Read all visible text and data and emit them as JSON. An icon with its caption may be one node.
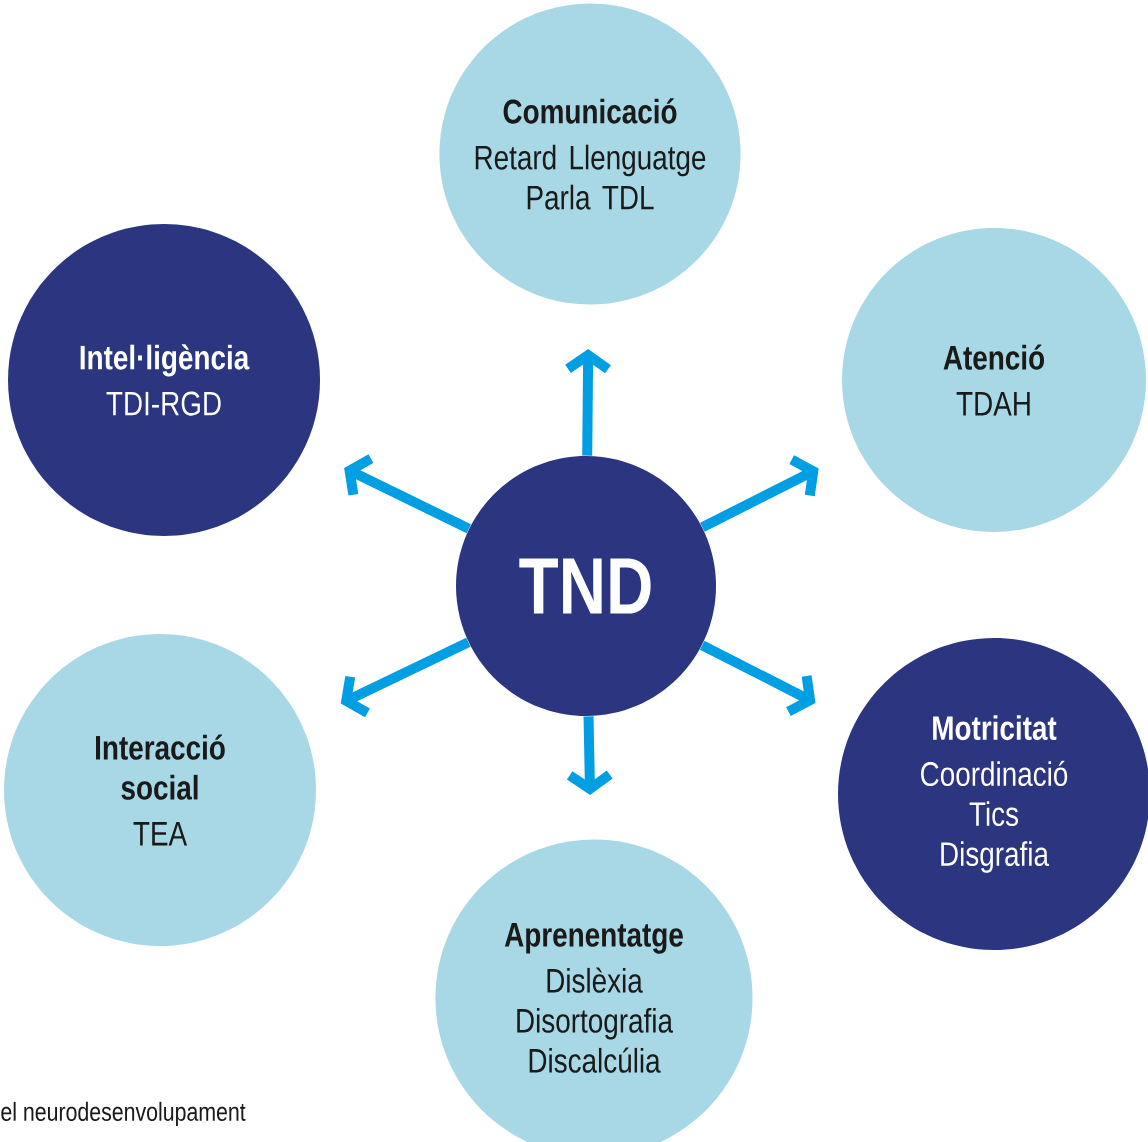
{
  "diagram": {
    "caption": "el neurodesenvolupament",
    "nodes": [
      {
        "text": [
          "Comunicació",
          "Retard Llenguatge",
          "Parla TDL"
        ]
      },
      {
        "text": [
          "Intel·ligència",
          "TDI-RGD"
        ]
      },
      {
        "text": [
          "Atenció",
          "TDAH"
        ]
      },
      {
        "text": [
          "TND"
        ]
      },
      {
        "text": [
          "Interacció social",
          "TEA"
        ]
      },
      {
        "text": [
          "Motricitat",
          "Coordinació",
          "Tics",
          "Disgrafia"
        ]
      },
      {
        "text": [
          "Aprenentatge",
          "Dislèxia",
          "Disortografia",
          "Discalcúlia"
        ]
      }
    ],
    "edges": [
      {
        "from": 3,
        "to": 0,
        "arrow": "to"
      },
      {
        "from": 3,
        "to": 1,
        "arrow": "to"
      },
      {
        "from": 3,
        "to": 2,
        "arrow": "to"
      },
      {
        "from": 3,
        "to": 4,
        "arrow": "to"
      },
      {
        "from": 3,
        "to": 5,
        "arrow": "to"
      },
      {
        "from": 3,
        "to": 6,
        "arrow": "to"
      }
    ]
  }
}
